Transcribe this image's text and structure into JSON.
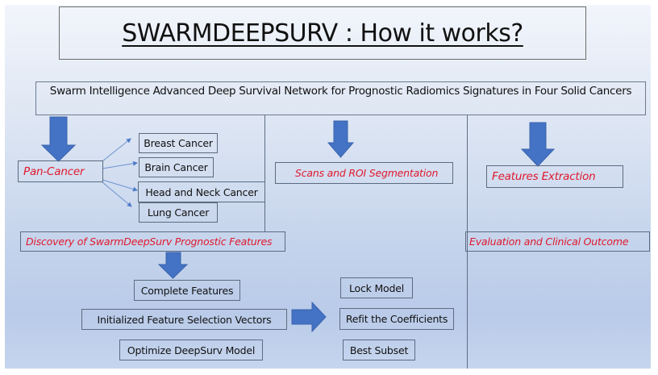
{
  "title": "SWARMDEEPSURV : How it works?",
  "subtitle": "Swarm Intelligence Advanced Deep Survival Network for Prognostic Radiomics Signatures in Four Solid Cancers",
  "colors": {
    "arrow": "#4472C4",
    "highlight_text": "#E0182D",
    "border": "#5B6B80"
  },
  "columns": {
    "left": {
      "stage_label": "Pan-Cancer",
      "cancers": [
        "Breast Cancer",
        "Brain Cancer",
        "Head and Neck Cancer",
        "Lung Cancer"
      ],
      "discovery_label": "Discovery of SwarmDeepSurv Prognostic Features"
    },
    "middle": {
      "stage_label": "Scans and ROI Segmentation"
    },
    "right": {
      "stage_label": "Features Extraction",
      "outcome_label": "Evaluation and Clinical Outcome"
    }
  },
  "pipeline": {
    "steps_left": [
      "Complete Features",
      "Initialized Feature Selection Vectors",
      "Optimize DeepSurv Model"
    ],
    "steps_right": [
      "Lock Model",
      "Refit the Coefficients",
      "Best Subset"
    ]
  }
}
